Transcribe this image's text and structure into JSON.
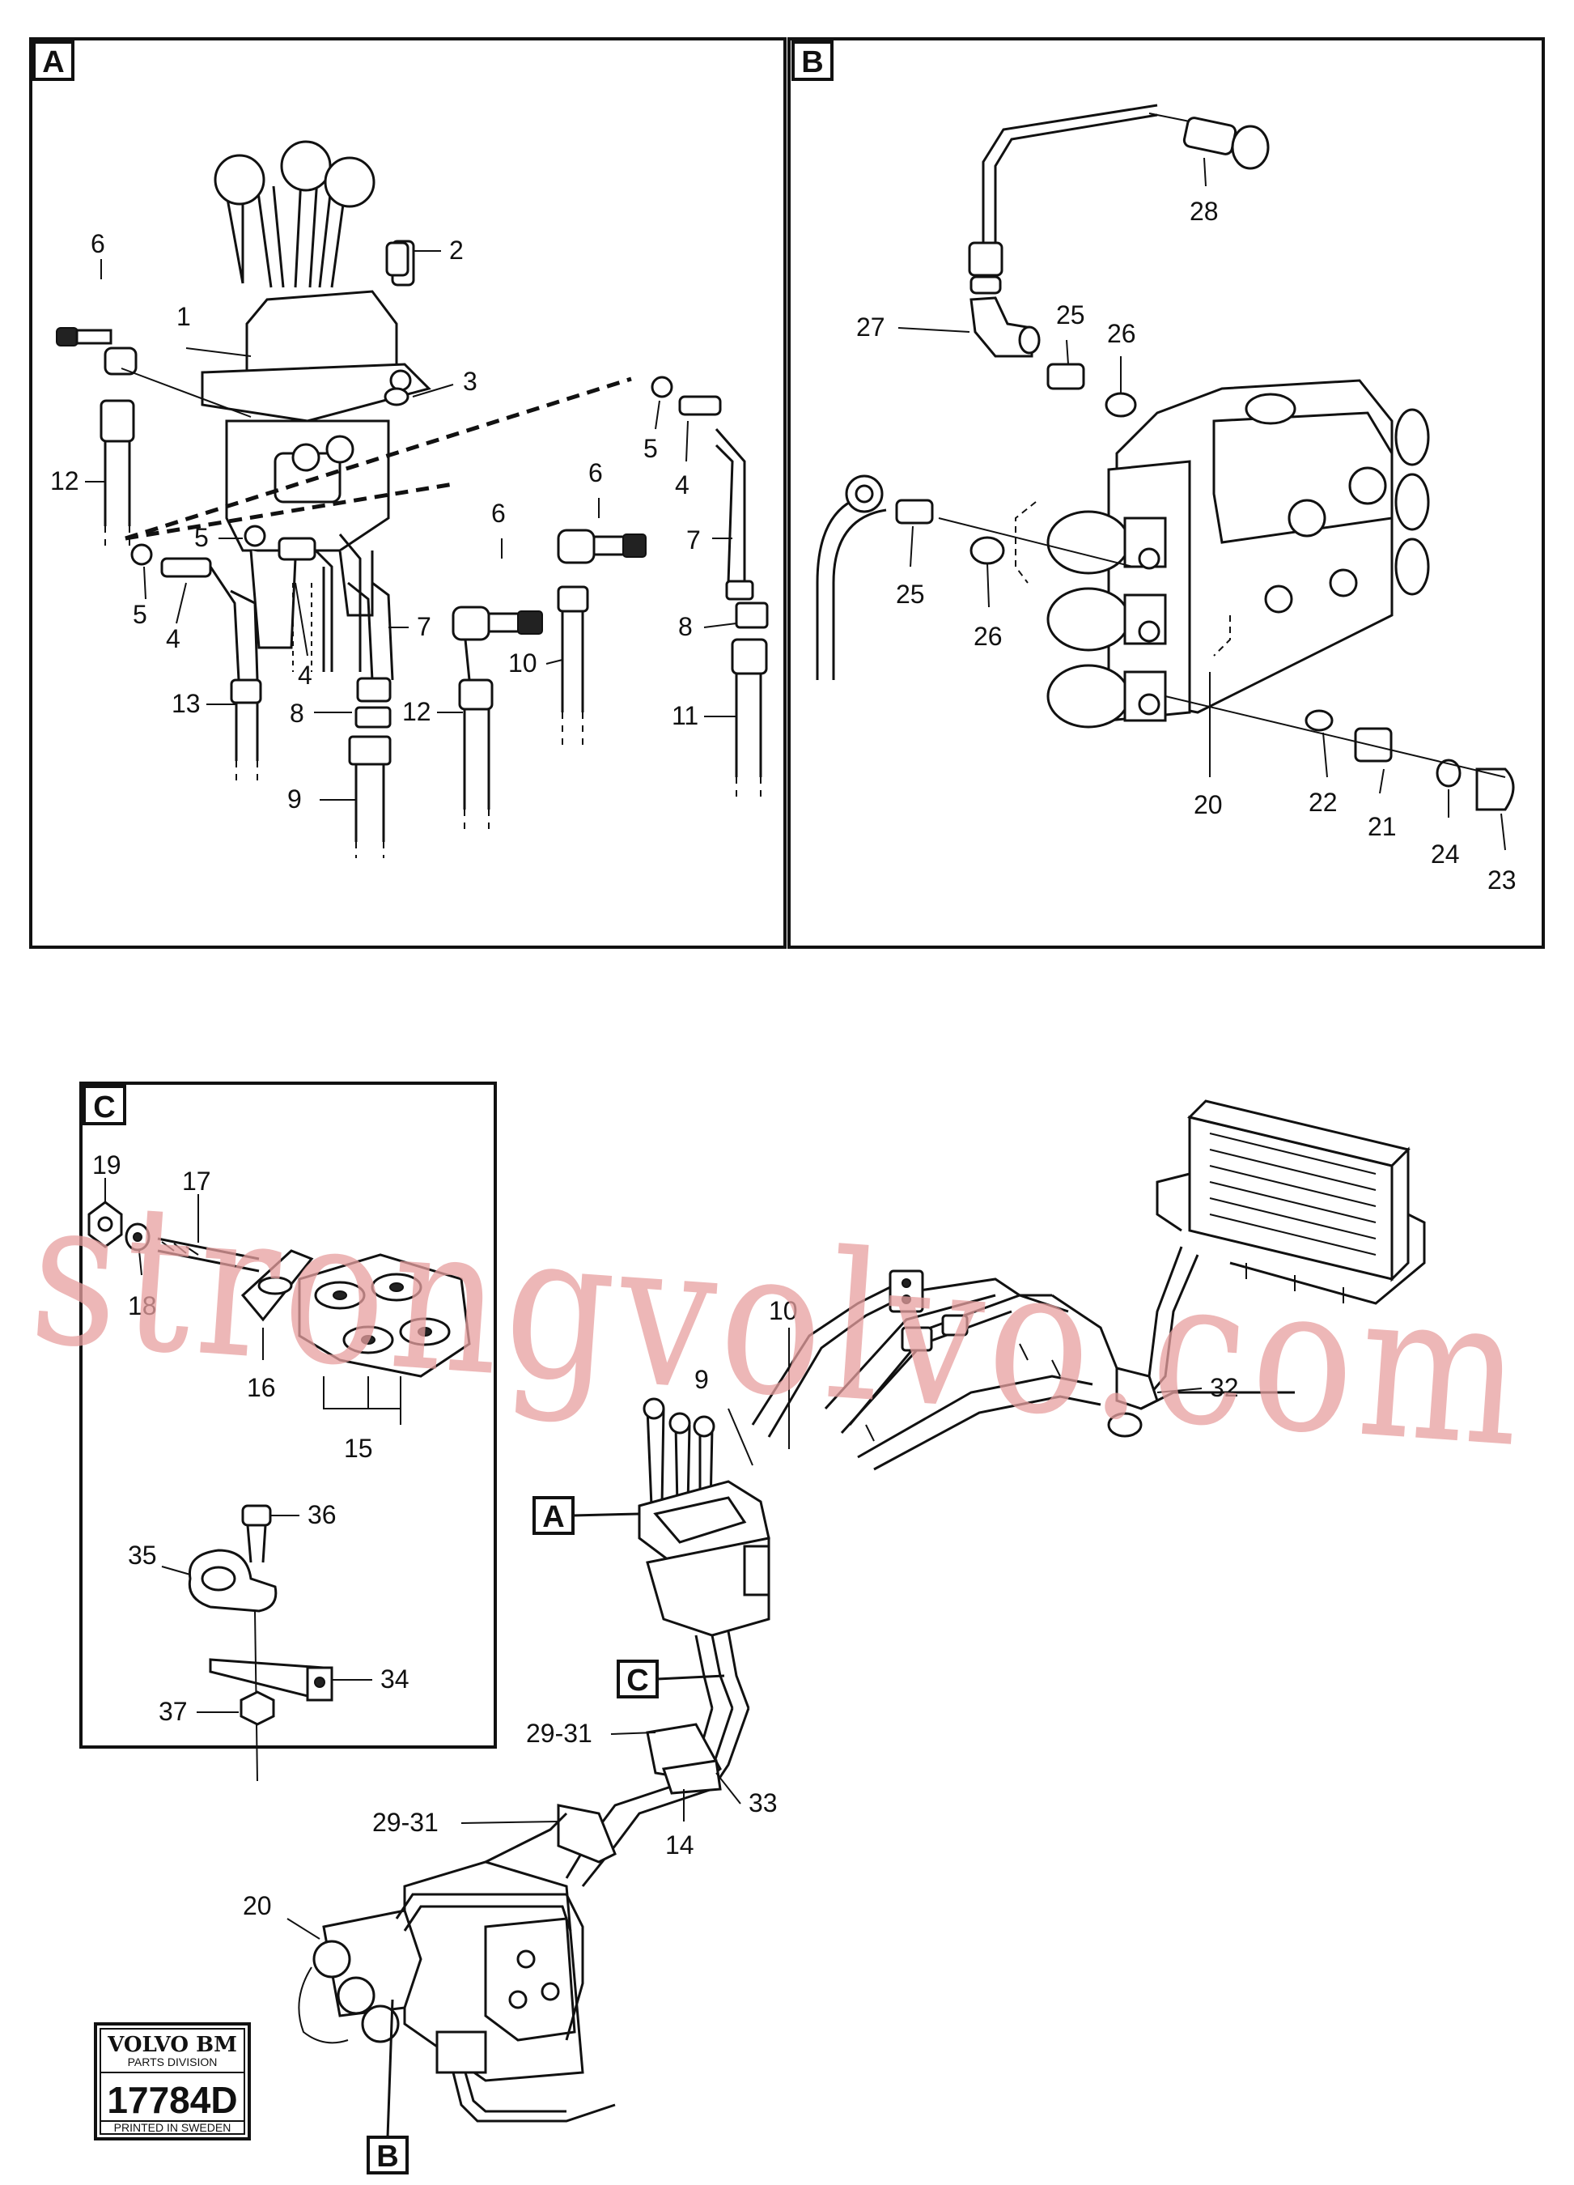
{
  "sections": {
    "a": "A",
    "b": "B",
    "c": "C"
  },
  "callouts": {
    "a_ref": "A",
    "c_ref": "C",
    "b_ref": "B"
  },
  "labels_a": [
    "1",
    "2",
    "3",
    "4",
    "4",
    "4",
    "5",
    "5",
    "5",
    "6",
    "6",
    "6",
    "7",
    "7",
    "8",
    "8",
    "9",
    "10",
    "11",
    "12",
    "12",
    "13"
  ],
  "labels_b": [
    "20",
    "21",
    "22",
    "23",
    "24",
    "25",
    "25",
    "26",
    "26",
    "27",
    "28"
  ],
  "labels_c": [
    "15",
    "16",
    "17",
    "18",
    "19",
    "34",
    "35",
    "36",
    "37"
  ],
  "labels_main": [
    "9",
    "10",
    "14",
    "20",
    "29-31",
    "29-31",
    "32",
    "33"
  ],
  "watermark": "strongvolvo.com",
  "badge": {
    "brand": "VOLVO BM",
    "division": "PARTS DIVISION",
    "number": "17784D",
    "printed": "PRINTED IN SWEDEN"
  }
}
